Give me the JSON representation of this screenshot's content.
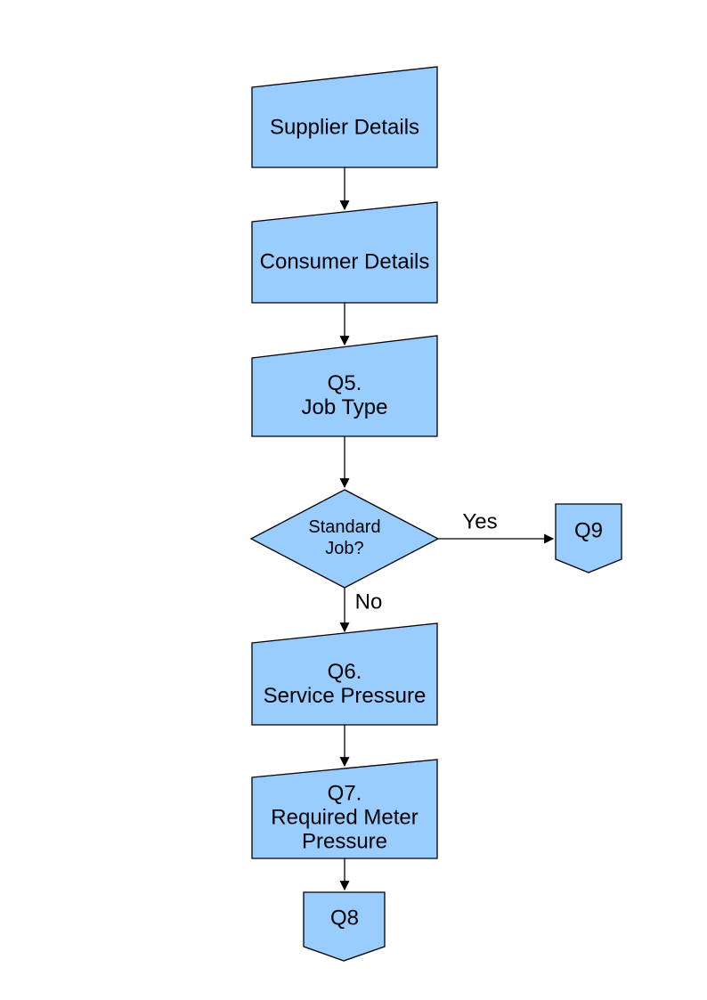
{
  "page": {
    "background": "#ffffff"
  },
  "flowchart": {
    "style": {
      "shape_fill": "#99CCFF",
      "shape_stroke": "#000000",
      "text_color": "#000000",
      "connector_color": "#000000"
    },
    "nodes": {
      "supplier": {
        "label": "Supplier Details",
        "shape": "manual-input"
      },
      "consumer": {
        "label": "Consumer Details",
        "shape": "manual-input"
      },
      "q5": {
        "label": "Q5.\nJob Type",
        "shape": "manual-input"
      },
      "decision": {
        "label": "Standard\nJob?",
        "shape": "decision-diamond"
      },
      "q9": {
        "label": "Q9",
        "shape": "off-page-connector"
      },
      "q6": {
        "label": "Q6.\nService Pressure",
        "shape": "manual-input"
      },
      "q7": {
        "label": "Q7.\nRequired Meter\nPressure",
        "shape": "manual-input"
      },
      "q8": {
        "label": "Q8",
        "shape": "off-page-connector"
      }
    },
    "edge_labels": {
      "yes": "Yes",
      "no": "No"
    }
  }
}
